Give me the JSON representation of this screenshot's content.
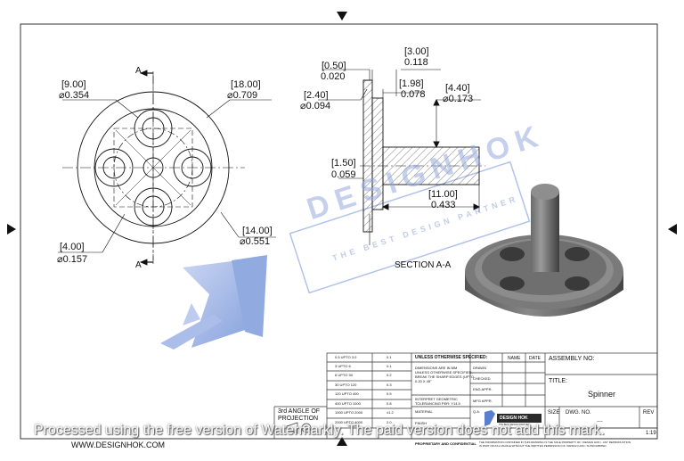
{
  "dimensions": {
    "bolt_circle": {
      "primary": "[18.00]",
      "secondary": "⌀0.709"
    },
    "hole_dia": {
      "primary": "[9.00]",
      "secondary": "⌀0.354"
    },
    "small_hole": {
      "primary": "[4.00]",
      "secondary": "⌀0.157"
    },
    "outer_dia": {
      "primary": "[14.00]",
      "secondary": "⌀0.551"
    },
    "flange_thk": {
      "primary": "[0.50]",
      "secondary": "0.020"
    },
    "depth_3": {
      "primary": "[3.00]",
      "secondary": "0.118"
    },
    "depth_198": {
      "primary": "[1.98]",
      "secondary": "0.078"
    },
    "shaft_dia": {
      "primary": "[4.40]",
      "secondary": "⌀0.173"
    },
    "bore_dia": {
      "primary": "[2.40]",
      "secondary": "⌀0.094"
    },
    "hub_len": {
      "primary": "[1.50]",
      "secondary": "0.059"
    },
    "shaft_len": {
      "primary": "[11.00]",
      "secondary": "0.433"
    }
  },
  "section_labels": {
    "a_top": "A",
    "a_bottom": "A",
    "section_title": "SECTION A-A"
  },
  "tolerance_table": [
    [
      "0.5 UPTO 3.0",
      "0.1"
    ],
    [
      "3 UPTO 6",
      "0.1"
    ],
    [
      "6 UPTO 30",
      "0.2"
    ],
    [
      "30 UPTO 120",
      "0.3"
    ],
    [
      "120 UPTO 400",
      "0.5"
    ],
    [
      "400 UPTO 1000",
      "0.8"
    ],
    [
      "1000 UPTO 2000",
      "±1.2"
    ],
    [
      "2000 UPTO 4000",
      "2.0"
    ]
  ],
  "notes": {
    "unless": "UNLESS OTHERWISE SPECIFIED:",
    "dims1": "DIMENSIONS ARE IN MM",
    "dims2": "UNLESS OTHERWISE SPECIFIED,",
    "dims3": "BREAK THE SHARP EDGES (UPTO",
    "dims4": "0.20 X 45°",
    "interp1": "INTERPRET GEOMETRIC",
    "interp2": "TOLERANCING PER: Y14.5",
    "material": "MATERIAL",
    "finish": "FINISH"
  },
  "approvals": {
    "name_header": "NAME",
    "date_header": "DATE",
    "rows": [
      "DRAWN",
      "CHECKED",
      "ENG APPR.",
      "MFG APPR.",
      "Q.A."
    ]
  },
  "projection": {
    "line1": "3rd ANGLE OF",
    "line2": "PROJECTION"
  },
  "assembly": {
    "label": "ASSEMBLY NO:"
  },
  "title_block": {
    "title_label": "TITLE:",
    "title": "Spinner",
    "size_label": "SIZE",
    "dwg_label": "DWG. NO.",
    "rev_label": "REV",
    "dwg_value": "----",
    "scale": "1:19"
  },
  "logo": {
    "name": "DESIGN HOK",
    "tagline": "THE BEST DESIGN PARTNER"
  },
  "bg_watermark": {
    "main": "DESIGNHOK",
    "sub": "THE BEST DESIGN PARTNER"
  },
  "footer": {
    "website": "WWW.DESIGNHOK.COM",
    "proprietary": "PROPRIETARY AND CONFIDENTIAL",
    "disclaimer1": "THE INFORMATION CONTAINED IN THIS DRAWING IS THE SOLE PROPERTY OF <DESIGN HOK>. ANY REPRODUCTION",
    "disclaimer2": "IN PART OR AS A WHOLE WITHOUT THE WRITTEN PERMISSION OF <DESIGN HOK> IS PROHIBITED."
  },
  "overlay_watermark": "Processed using the free version of Watermarkly. The paid version does not add this mark.",
  "colors": {
    "line": "#111111",
    "logo_blue": "#5a7fd0",
    "hatch": "#444444",
    "render": "#555555"
  }
}
